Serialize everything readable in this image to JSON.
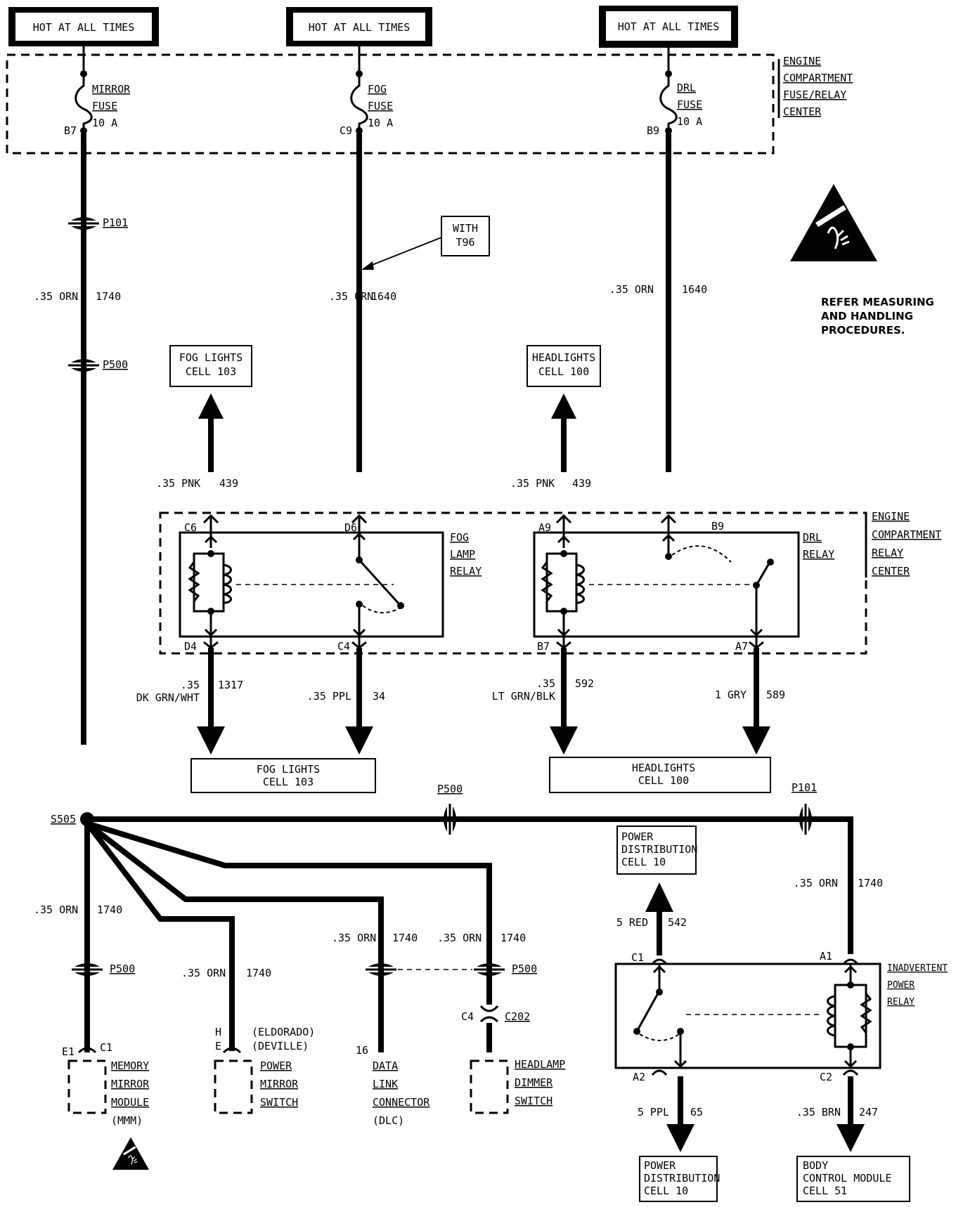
{
  "power_sources": [
    "HOT AT ALL TIMES",
    "HOT AT ALL TIMES",
    "HOT AT ALL TIMES"
  ],
  "fuse_center": {
    "label": [
      "ENGINE",
      "COMPARTMENT",
      "FUSE/RELAY",
      "CENTER"
    ]
  },
  "fuses": [
    {
      "name": "MIRROR",
      "word": "FUSE",
      "rating": "10 A",
      "pin": "B7"
    },
    {
      "name": "FOG",
      "word": "FUSE",
      "rating": "10 A",
      "pin": "C9"
    },
    {
      "name": "DRL",
      "word": "FUSE",
      "rating": "10 A",
      "pin": "B9"
    }
  ],
  "connectors": {
    "p101": "P101",
    "p500": "P500",
    "s505": "S505",
    "c202": "C202",
    "c4": "C4"
  },
  "option_note": [
    "WITH",
    "T96"
  ],
  "esd_note": [
    "REFER MEASURING",
    "AND HANDLING",
    "PROCEDURES."
  ],
  "wires": {
    "w_left_top": {
      "gauge": ".35 ORN",
      "circuit": "1740"
    },
    "w_fog_feed": {
      "gauge": ".35 ORN",
      "circuit": "1640"
    },
    "w_drl_feed": {
      "gauge": ".35 ORN",
      "circuit": "1640"
    },
    "w_fog_out": {
      "gauge": ".35 PNK",
      "circuit": "439"
    },
    "w_hl_out": {
      "gauge": ".35 PNK",
      "circuit": "439"
    },
    "w_d4": {
      "gauge": ".35",
      "color": "DK GRN/WHT",
      "circuit": "1317"
    },
    "w_c4": {
      "gauge": ".35 PPL",
      "circuit": "34"
    },
    "w_b7": {
      "gauge": ".35",
      "color": "LT GRN/BLK",
      "circuit": "592"
    },
    "w_a7": {
      "gauge": "1 GRY",
      "circuit": "589"
    },
    "w_ipr_a1": {
      "gauge": ".35 ORN",
      "circuit": "1740"
    },
    "w_ipr_c1": {
      "gauge": "5 RED",
      "circuit": "542"
    },
    "w_ipr_a2": {
      "gauge": "5 PPL",
      "circuit": "65"
    },
    "w_ipr_c2": {
      "gauge": ".35 BRN",
      "circuit": "247"
    },
    "w_mmm": {
      "gauge": ".35 ORN",
      "circuit": "1740"
    },
    "w_pms": {
      "gauge": ".35 ORN",
      "circuit": "1740"
    },
    "w_dlc": {
      "gauge": ".35 ORN",
      "circuit": "1740"
    },
    "w_hds": {
      "gauge": ".35 ORN",
      "circuit": "1740"
    }
  },
  "cell_refs": {
    "fog_top": [
      "FOG LIGHTS",
      "CELL 103"
    ],
    "hl_top": [
      "HEADLIGHTS",
      "CELL 100"
    ],
    "fog_bottom": [
      "FOG LIGHTS",
      "CELL 103"
    ],
    "hl_bottom": [
      "HEADLIGHTS",
      "CELL 100"
    ],
    "pd_top": [
      "POWER",
      "DISTRIBUTION",
      "CELL 10"
    ],
    "pd_bottom": [
      "POWER",
      "DISTRIBUTION",
      "CELL 10"
    ],
    "bcm": [
      "BODY",
      "CONTROL MODULE",
      "CELL 51"
    ]
  },
  "relay_center": {
    "label": [
      "ENGINE",
      "COMPARTMENT",
      "RELAY",
      "CENTER"
    ]
  },
  "relays": {
    "fog": {
      "label": [
        "FOG",
        "LAMP",
        "RELAY"
      ],
      "pins": [
        "C6",
        "D6",
        "D4",
        "C4"
      ]
    },
    "drl": {
      "label": [
        "DRL",
        "RELAY"
      ],
      "pins": [
        "A9",
        "B9",
        "B7",
        "A7"
      ]
    },
    "ipr": {
      "label": [
        "INADVERTENT",
        "POWER",
        "RELAY"
      ],
      "pins": [
        "C1",
        "A1",
        "A2",
        "C2"
      ]
    }
  },
  "components": {
    "mmm": {
      "pins": [
        "E1",
        "C1"
      ],
      "label": [
        "MEMORY",
        "MIRROR",
        "MODULE"
      ],
      "abbr": "(MMM)"
    },
    "pms": {
      "pins": [
        "H",
        "E"
      ],
      "notes": [
        "(ELDORADO)",
        "(DEVILLE)"
      ],
      "label": [
        "POWER",
        "MIRROR",
        "SWITCH"
      ]
    },
    "dlc": {
      "pin": "16",
      "label": [
        "DATA",
        "LINK",
        "CONNECTOR"
      ],
      "abbr": "(DLC)"
    },
    "hds": {
      "label": [
        "HEADLAMP",
        "DIMMER",
        "SWITCH"
      ]
    }
  }
}
